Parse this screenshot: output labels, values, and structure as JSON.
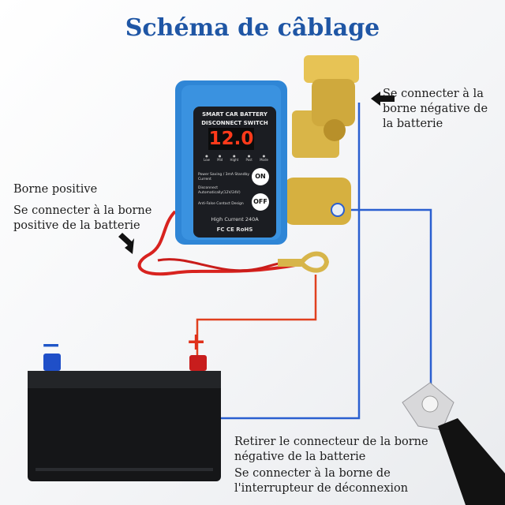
{
  "title": "Schéma de câblage",
  "labels": {
    "negative_terminal": [
      "Se connecter à la",
      "borne négative de",
      "la batterie"
    ],
    "positive_heading": "Borne positive",
    "positive_desc": [
      "Se connecter à la borne",
      "positive de la batterie"
    ],
    "remove_connector": [
      "Retirer le connecteur de la borne",
      "négative de la batterie"
    ],
    "connect_switch": [
      "Se connecter à la borne de",
      "l'interrupteur de déconnexion"
    ]
  },
  "device": {
    "name_line1": "SMART CAR BATTERY",
    "name_line2": "DISCONNECT SWITCH",
    "display": "12.0",
    "levels": [
      "Low",
      "Mid",
      "Hight",
      "Post",
      "Mode"
    ],
    "features": [
      "Power Saving / 3mA Standby Current",
      "Disconnect Automatically(12V/24V)",
      "Anti-False Contact Design"
    ],
    "on_label": "ON",
    "off_label": "OFF",
    "current": "High Current 240A",
    "certs": "FC CE RoHS"
  },
  "battery": {
    "minus": "−",
    "plus": "+"
  },
  "colors": {
    "title": "#1f56a5",
    "device": "#2f86d6",
    "positive_wire": "#e0401f",
    "negative_wire": "#2a5fd0"
  }
}
